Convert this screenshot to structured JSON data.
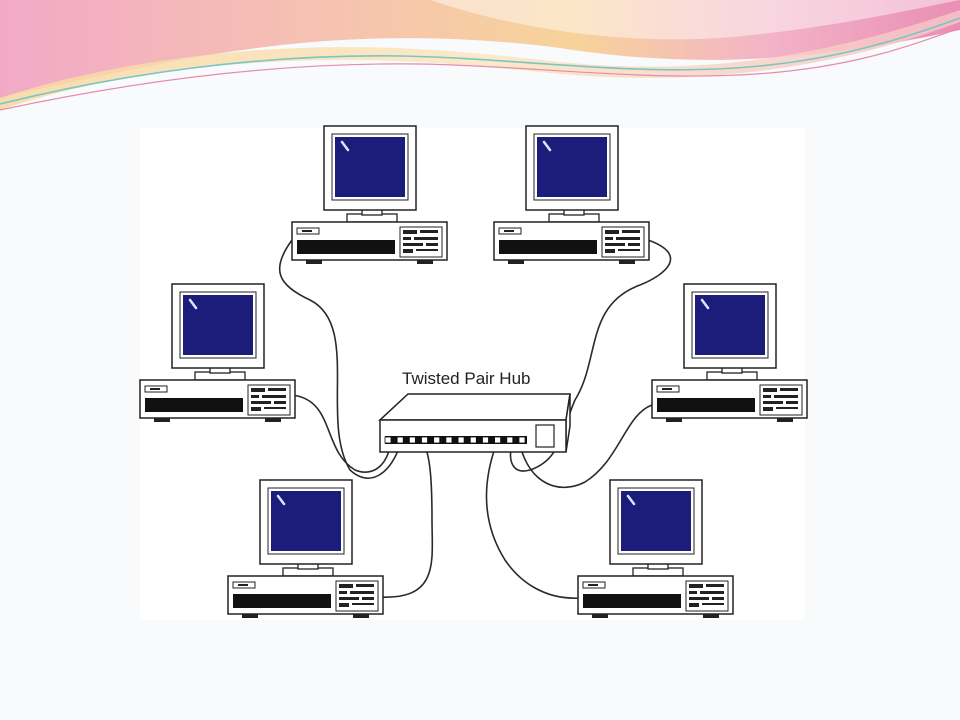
{
  "slide": {
    "background": "#f9fafb",
    "banner_colors": [
      "#f0a8c4",
      "#f7c7a4",
      "#f5e08a",
      "#b9e1c7",
      "#8fd0d8"
    ]
  },
  "diagram": {
    "hub_label": "Twisted Pair Hub",
    "monitor_screen_color": "#1c1d7a",
    "computer_count": 6,
    "hub_port_count": 12
  }
}
